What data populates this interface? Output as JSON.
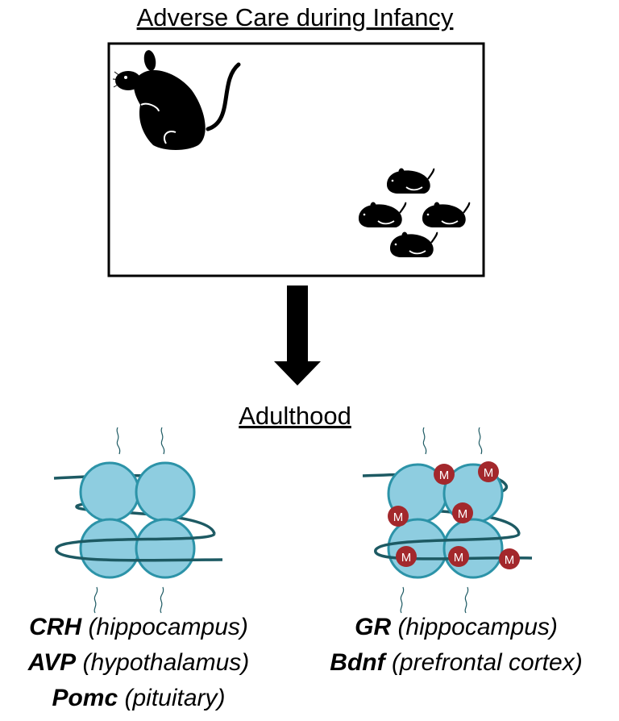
{
  "title": "Adverse Care during Infancy",
  "subtitle": "Adulthood",
  "methyl_label": "M",
  "colors": {
    "nucleosome_fill": "#8ecde0",
    "nucleosome_stroke": "#2c93a8",
    "dna": "#1d5a63",
    "methyl": "#a3282c",
    "arrow": "#000000"
  },
  "left_genes": [
    {
      "name": "CRH",
      "region": " (hippocampus)"
    },
    {
      "name": "AVP",
      "region": " (hypothalamus)"
    },
    {
      "name": "Pomc",
      "region": " (pituitary)"
    }
  ],
  "right_genes": [
    {
      "name": "GR",
      "region": " (hippocampus)"
    },
    {
      "name": "Bdnf",
      "region": " (prefrontal cortex)"
    }
  ]
}
